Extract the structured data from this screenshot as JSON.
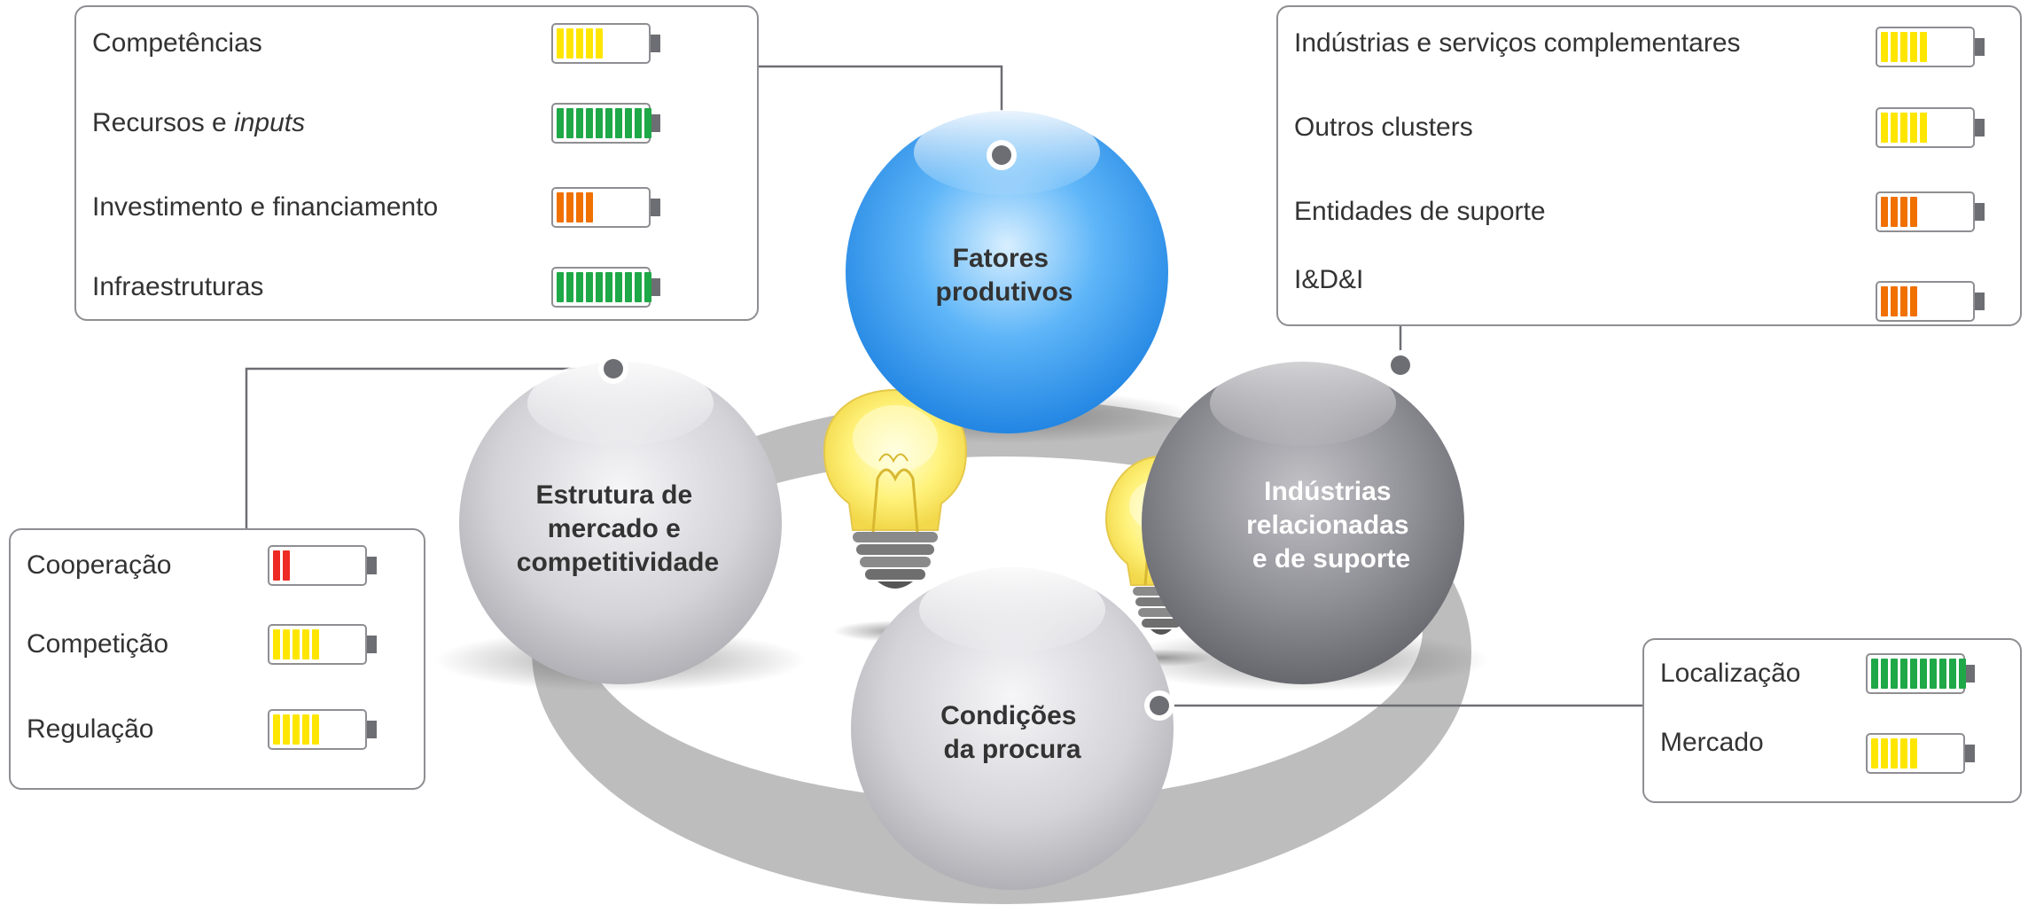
{
  "spheres": {
    "fatores": [
      "Fatores",
      "produtivos"
    ],
    "estrutura": [
      "Estrutura de",
      "mercado e",
      "competitividade"
    ],
    "industrias": [
      "Indústrias",
      "relacionadas",
      "e de suporte"
    ],
    "condicoes": [
      "Condições",
      "da procura"
    ]
  },
  "panels": {
    "fatores": [
      {
        "label": "Competências",
        "level": 5,
        "color": "#ffe600"
      },
      {
        "label": "Recursos e ",
        "label_italic": "inputs",
        "level": 10,
        "color": "#1fa847"
      },
      {
        "label": "Investimento e financiamento",
        "level": 4,
        "color": "#f07000"
      },
      {
        "label": "Infraestruturas",
        "level": 10,
        "color": "#1fa847"
      }
    ],
    "industrias": [
      {
        "label": "Indústrias e serviços complementares",
        "level": 5,
        "color": "#ffe600"
      },
      {
        "label": "Outros clusters",
        "level": 5,
        "color": "#ffe600"
      },
      {
        "label": "Entidades de suporte",
        "level": 4,
        "color": "#f07000"
      },
      {
        "label": "I&D&I",
        "level": 4,
        "color": "#f07000"
      }
    ],
    "estrutura": [
      {
        "label": "Cooperação",
        "level": 2,
        "color": "#ee2a24"
      },
      {
        "label": "Competição",
        "level": 5,
        "color": "#ffe600"
      },
      {
        "label": "Regulação",
        "level": 5,
        "color": "#ffe600"
      }
    ],
    "condicoes": [
      {
        "label": "Localização",
        "level": 10,
        "color": "#1fa847"
      },
      {
        "label": "Mercado",
        "level": 5,
        "color": "#ffe600"
      }
    ]
  },
  "battery_max_cells": 10
}
